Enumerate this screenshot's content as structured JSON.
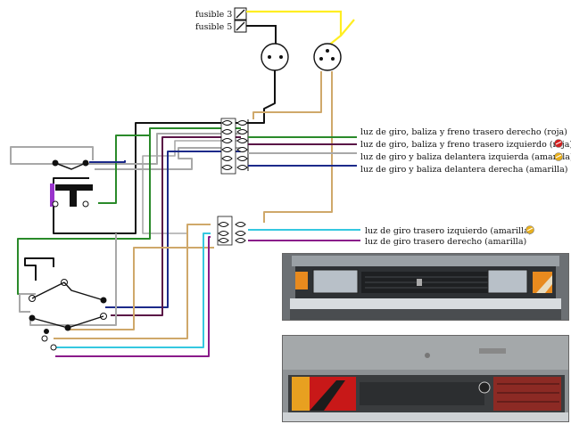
{
  "fuses": {
    "fuse_3": "fusible 3",
    "fuse_5": "fusible 5"
  },
  "rear_outputs": [
    {
      "label": "luz de giro, baliza y freno trasero derecho (roja)",
      "color": "#2a8a2a"
    },
    {
      "label": "luz de giro, baliza y freno trasero izquierdo (roja)",
      "color": "#5a1446",
      "lamp_color": "#d42020"
    },
    {
      "label": "luz de giro y baliza delantera izquierda (amarilla)",
      "color": "#999999",
      "lamp_color": "#e8b020"
    },
    {
      "label": "luz de giro y baliza delantera derecha (amarilla)",
      "color": "#1c2a8a"
    }
  ],
  "side_outputs": [
    {
      "label": "luz de  giro  trasero izquierdo (amarilla)",
      "color": "#35c8e0",
      "lamp_color": "#e8b020"
    },
    {
      "label": "luz de  giro  trasero derecho (amarilla)",
      "color": "#8a1a8a"
    }
  ],
  "wire_colors": {
    "black": "#111111",
    "yellow": "#ffee22",
    "tan": "#cfa86a",
    "gray": "#a8a8a8",
    "green": "#2a8a2a",
    "navy": "#1c2a8a",
    "purple": "#5a1446",
    "cyan": "#35c8e0",
    "violet": "#8a1a8a",
    "switch_purple": "#9933cc"
  }
}
